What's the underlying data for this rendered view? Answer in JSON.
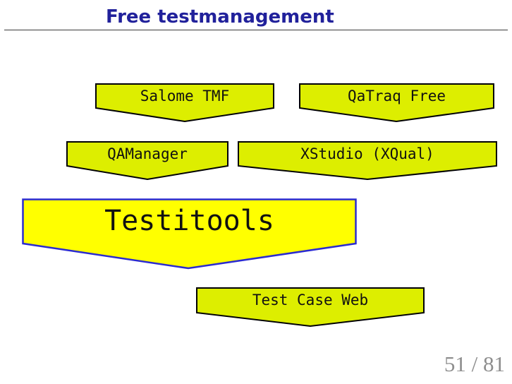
{
  "slide": {
    "title": "Free testmanagement",
    "page_number": "51 / 81"
  },
  "colors": {
    "title": "#21219b",
    "banner_fill": "#ddee00",
    "banner_border": "#000000",
    "highlight_fill": "#ffff00",
    "highlight_border": "#2b2bd0",
    "page_number": "#8e8e8e"
  },
  "diagram": {
    "type": "banner-list",
    "banners": [
      {
        "label": "Salome TMF"
      },
      {
        "label": "QaTraq Free"
      },
      {
        "label": "QAManager"
      },
      {
        "label": "XStudio (XQual)"
      },
      {
        "label": "Testitools",
        "highlight": true
      },
      {
        "label": "Test Case Web"
      }
    ]
  }
}
